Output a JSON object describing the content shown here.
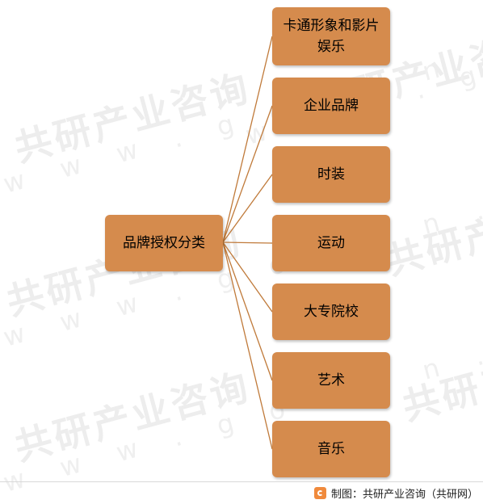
{
  "root": {
    "label": "品牌授权分类"
  },
  "children": [
    {
      "label": "卡通形象和影片娱乐"
    },
    {
      "label": "企业品牌"
    },
    {
      "label": "时装"
    },
    {
      "label": "运动"
    },
    {
      "label": "大专院校"
    },
    {
      "label": "艺术"
    },
    {
      "label": "音乐"
    }
  ],
  "watermark": {
    "brand": "共研产业咨询",
    "url": "w w w . g o n y n . c o m"
  },
  "footer": {
    "source": "制图：共研产业咨询（共研网）"
  },
  "colors": {
    "box_fill": "#d58b4d",
    "connector": "#c07a3a",
    "logo": "#f08a3c"
  }
}
